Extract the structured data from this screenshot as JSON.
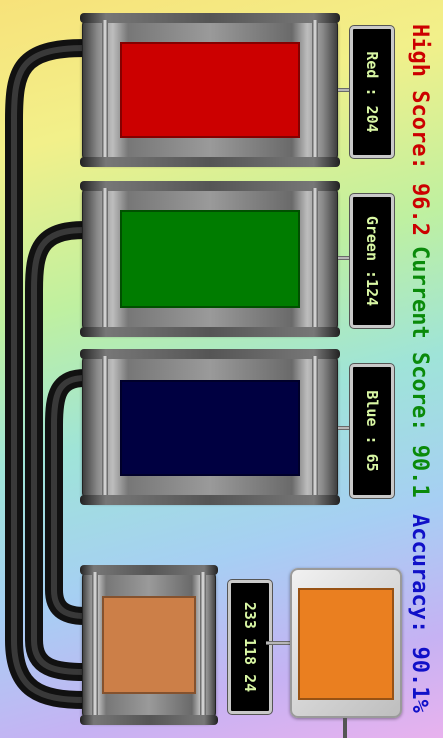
{
  "channels": [
    {
      "label": "Red : 204",
      "color": "#cc0000",
      "text_color": "#d9f7a4"
    },
    {
      "label": "Green :124",
      "color": "#007c00",
      "text_color": "#d9f7a4"
    },
    {
      "label": "Blue : 65",
      "color": "#000041",
      "text_color": "#d9f7a4"
    }
  ],
  "mixed": {
    "label": "233 118  24",
    "color": "#cc7f48",
    "text_color": "#d9f7a4"
  },
  "target": {
    "color": "#ea7f20"
  },
  "scores": {
    "high": {
      "label": "High Score:",
      "value": "96.2",
      "color": "#cc0000"
    },
    "current": {
      "label": "Current Score:",
      "value": "90.1",
      "color": "#0a8a0a"
    },
    "accuracy": {
      "label": "Accuracy:",
      "value": "90.1%",
      "color": "#1010c8"
    }
  }
}
